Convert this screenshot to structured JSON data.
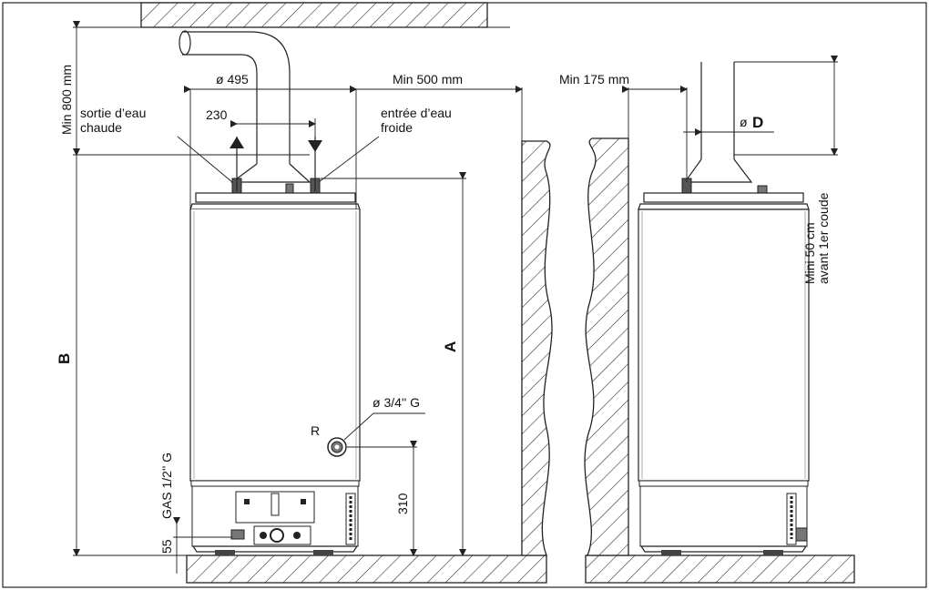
{
  "labels": {
    "hot_outlet": [
      "sortie d’eau",
      "chaude"
    ],
    "cold_inlet": [
      "entrée d’eau",
      "froide"
    ],
    "min_800": "Min 800 mm",
    "dia_495": "ø 495",
    "min_500": "Min 500 mm",
    "dim_230": "230",
    "height_b": "B",
    "height_a": "A",
    "dia_34": "ø 3/4'' G",
    "r_label": "R",
    "dim_310": "310",
    "gas": "GAS 1/2'' G",
    "dim_55": "55",
    "min_175": "Min 175 mm",
    "dia_d_prefix": "ø",
    "dia_d": "D",
    "mini_50": [
      "Mini 50 cm",
      "avant 1er coude"
    ]
  },
  "colors": {
    "line": "#222222",
    "heater_body": "#ffffff"
  }
}
